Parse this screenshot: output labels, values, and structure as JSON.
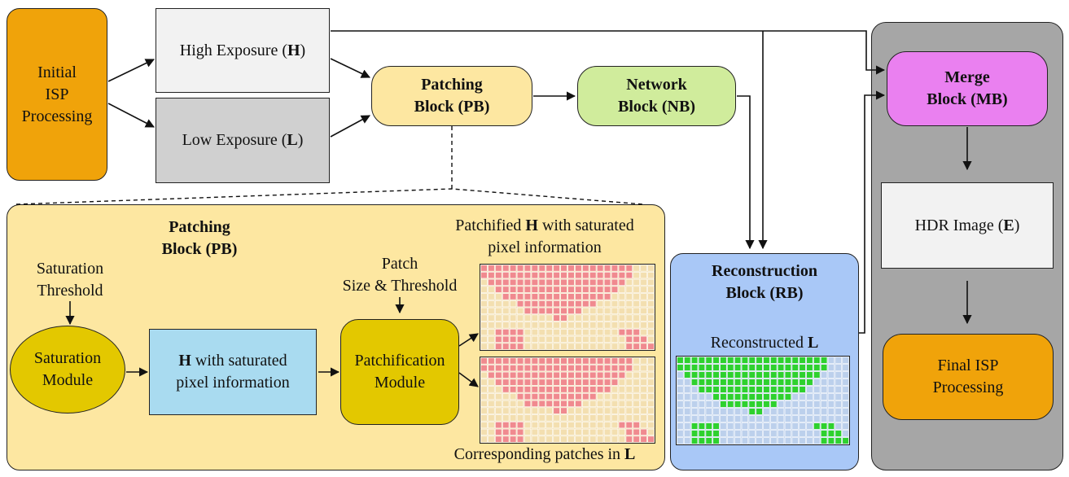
{
  "initial_isp": [
    "Initial",
    "ISP",
    "Processing"
  ],
  "high_exposure": {
    "text": "High Exposure (",
    "symbol": "H",
    "close": ")"
  },
  "low_exposure": {
    "text": "Low Exposure (",
    "symbol": "L",
    "close": ")"
  },
  "patching_block": [
    "Patching",
    "Block (PB)"
  ],
  "network_block": [
    "Network",
    "Block (NB)"
  ],
  "merge_block": [
    "Merge",
    "Block (MB)"
  ],
  "hdr_image": {
    "text": "HDR Image (",
    "symbol": "E",
    "close": ")"
  },
  "final_isp": [
    "Final ISP",
    "Processing"
  ],
  "reconstruction_block": [
    "Reconstruction",
    "Block (RB)"
  ],
  "reconstructed": {
    "text": "Reconstructed ",
    "symbol": "L"
  },
  "detail": {
    "title": [
      "Patching",
      "Block (PB)"
    ],
    "saturation_threshold": [
      "Saturation",
      "Threshold"
    ],
    "saturation_module": [
      "Saturation",
      "Module"
    ],
    "h_saturated": {
      "symbol": "H",
      "line1": " with saturated",
      "line2": "pixel information"
    },
    "patch_size": [
      "Patch",
      "Size & Threshold"
    ],
    "patchification_module": [
      "Patchification",
      "Module"
    ],
    "patchified_h": {
      "line1a": "Patchified ",
      "symbol": "H",
      "line1b": " with saturated",
      "line2": "pixel information"
    },
    "corresponding": {
      "text": "Corresponding patches in ",
      "symbol": "L"
    }
  },
  "colors": {
    "orange": "#f0a30a",
    "light_gray": "#f2f2f2",
    "mid_gray": "#d0d0d0",
    "panel_gray": "#a6a6a6",
    "yellow": "#fde7a1",
    "green": "#d0ec9c",
    "pink": "#ea80f0",
    "blue": "#a9c8f7",
    "olive": "#e3c800",
    "sky": "#a9dbf0",
    "patch_red": "#f08a8f",
    "patch_green": "#2ed12e",
    "grid_bg_h": "#f3dfb0",
    "grid_bg_l": "#bcd0ec"
  }
}
